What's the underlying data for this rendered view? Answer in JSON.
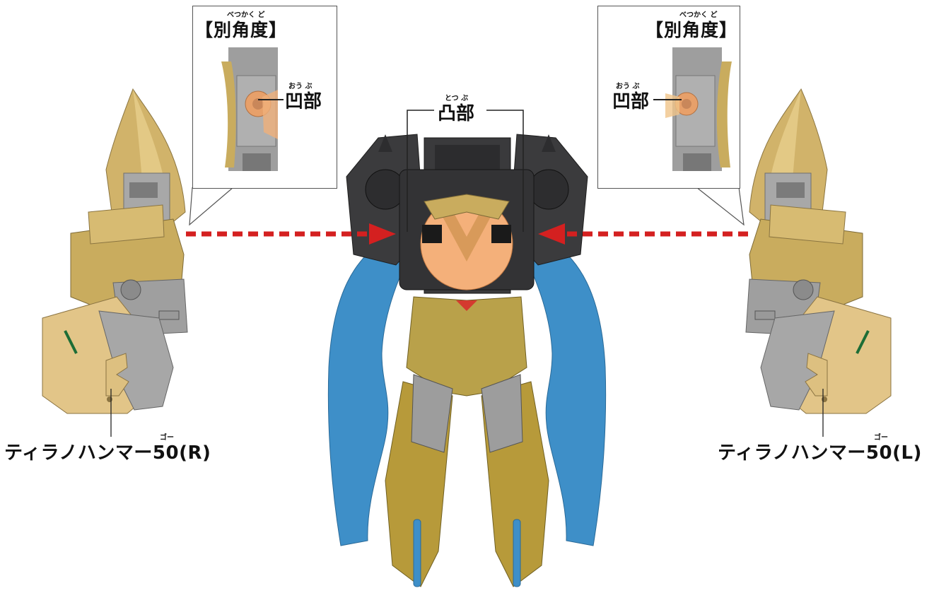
{
  "insets": {
    "left": {
      "title": "【別角度】",
      "title_ruby": "べつかく ど",
      "callout_label": "凹部",
      "callout_ruby": "おう ぶ"
    },
    "right": {
      "title": "【別角度】",
      "title_ruby": "べつかく ど",
      "callout_label": "凹部",
      "callout_ruby": "おう ぶ"
    }
  },
  "center_callout": {
    "label": "凸部",
    "ruby": "とつ ぶ"
  },
  "hammers": {
    "right_part": {
      "label": "ティラノハンマー50(R)",
      "ruby": "ゴー"
    },
    "left_part": {
      "label": "ティラノハンマー50(L)",
      "ruby": "ゴー"
    }
  },
  "colors": {
    "arrow": "#d42020",
    "gold": "#c9ac5e",
    "grey": "#a7a7a7",
    "dark": "#3b3b3d",
    "blue": "#3e8fc8",
    "face": "#f4b07a"
  }
}
